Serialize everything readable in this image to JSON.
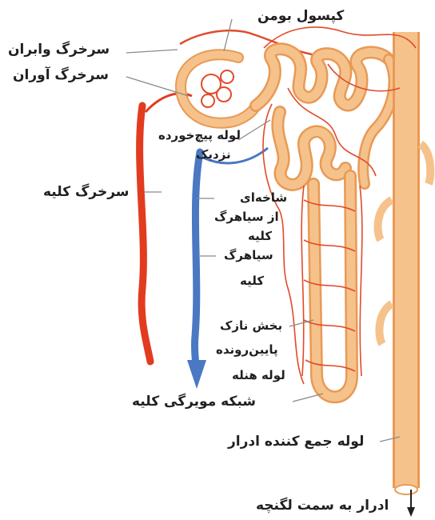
{
  "colors": {
    "artery": "#e23b1f",
    "vein": "#4a78c2",
    "tubule": "#f6c28b",
    "tubule_edge": "#e89a55",
    "capillary": "#e24a2a",
    "leader": "#8a8a8a"
  },
  "labels": {
    "bowman_capsule": "کپسول بومن",
    "efferent_arteriole": "سرخرگ وابران",
    "afferent_arteriole": "سرخرگ آوران",
    "proximal_tubule_line1": "لوله پیچ‌خورده",
    "proximal_tubule_line2": "نزدیک",
    "renal_artery": "سرخرگ کلیه",
    "vein_branch_line1": "شاخه‌ای",
    "vein_branch_line2": "از سیاهرگ",
    "vein_branch_line3": "کلیه",
    "renal_vein_line1": "سیاهرگ",
    "renal_vein_line2": "کلیه",
    "descending_limb_line1": "بخش نازک",
    "descending_limb_line2": "پایین‌رونده",
    "descending_limb_line3": "لوله هنله",
    "peritubular_capillaries": "شبکه مویرگی کلیه",
    "collecting_duct": "لوله جمع کننده ادرار",
    "urine_to_pelvis": "ادرار به سمت لگنچه"
  }
}
